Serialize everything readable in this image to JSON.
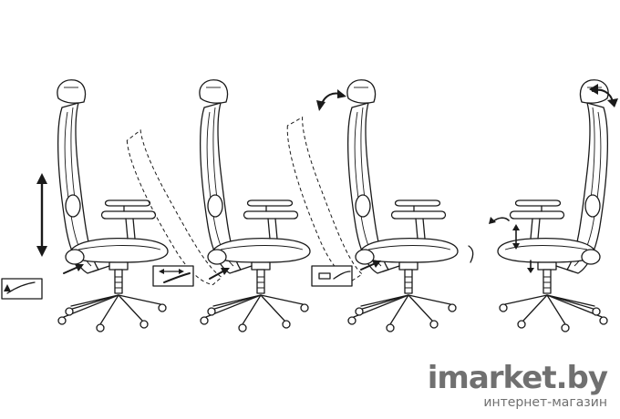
{
  "watermark": {
    "brand": "imarket.by",
    "subtitle": "интернет-магазин"
  },
  "panels": [
    {
      "id": "height-adjustment",
      "icon": "vertical-double-arrow-icon"
    },
    {
      "id": "seat-slide",
      "icon": "horizontal-double-arrow-icon"
    },
    {
      "id": "backrest-recline",
      "icon": "curved-rotate-arrow-icon"
    },
    {
      "id": "armrest-adjustment",
      "icon": "curved-rotate-arrow-icon"
    }
  ],
  "colors": {
    "line": "#1a1a1a",
    "background": "#ffffff",
    "watermark": "#707070"
  }
}
